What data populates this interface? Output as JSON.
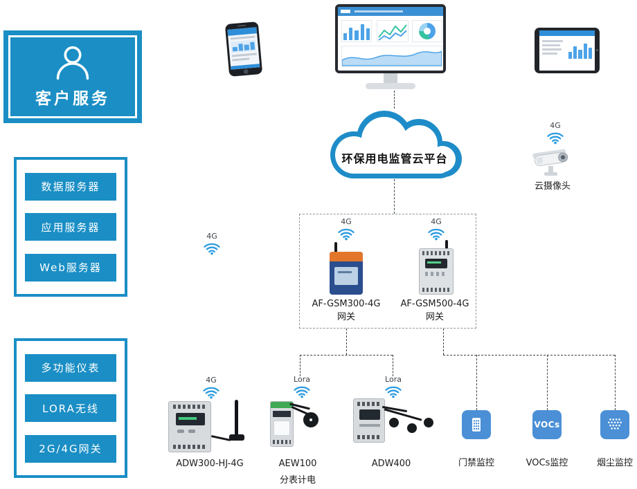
{
  "customer_service": {
    "label": "客户服务"
  },
  "server_panel": {
    "items": [
      "数据服务器",
      "应用服务器",
      "Web服务器"
    ]
  },
  "device_panel": {
    "items": [
      "多功能仪表",
      "LORA无线",
      "2G/4G网关"
    ]
  },
  "cloud": {
    "label": "环保用电监管云平台"
  },
  "uplink": {
    "signal": "4G"
  },
  "camera": {
    "signal": "4G",
    "label": "云摄像头"
  },
  "gateways": [
    {
      "signal": "4G",
      "name": "AF-GSM300-4G",
      "type": "网关"
    },
    {
      "signal": "4G",
      "name": "AF-GSM500-4G",
      "type": "网关"
    }
  ],
  "field_devices": [
    {
      "signal": "4G",
      "name": "ADW300-HJ-4G"
    },
    {
      "signal": "Lora",
      "name": "AEW100",
      "sub": "分表计电"
    },
    {
      "signal": "Lora",
      "name": "ADW400"
    }
  ],
  "monitor_nodes": [
    {
      "label": "门禁监控"
    },
    {
      "label": "VOCs监控",
      "icon_text": "VOCs"
    },
    {
      "label": "烟尘监控"
    }
  ],
  "colors": {
    "primary": "#1a8ec5",
    "wifi": "#2b9be0",
    "node": "#4b90d6"
  }
}
